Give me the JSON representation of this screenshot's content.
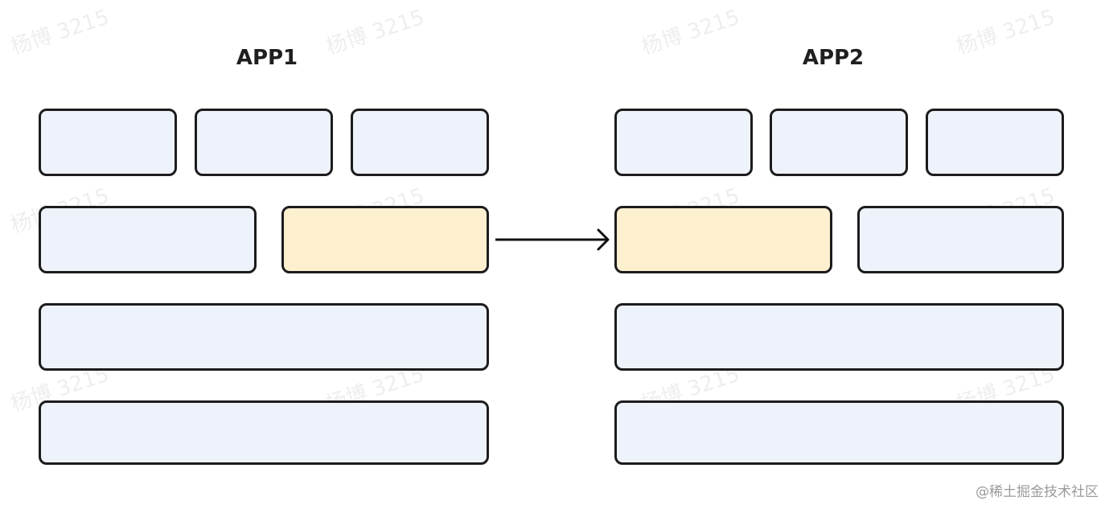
{
  "apps": [
    {
      "title": "APP1",
      "rows": [
        [
          "normal",
          "normal",
          "normal"
        ],
        [
          "normal",
          "highlight"
        ],
        [
          "normal"
        ],
        [
          "normal"
        ]
      ]
    },
    {
      "title": "APP2",
      "rows": [
        [
          "normal",
          "normal",
          "normal"
        ],
        [
          "highlight",
          "normal"
        ],
        [
          "normal"
        ],
        [
          "normal"
        ]
      ]
    }
  ],
  "arrow": {
    "from": "APP1 row 2 right block",
    "to": "APP2 row 2 left block"
  },
  "colors": {
    "block_fill": "#eef2fa",
    "highlight_fill": "#fdf0cf",
    "border": "#1c1c1c",
    "title": "#1f1f1f"
  },
  "watermark": "杨博 3215",
  "footer": "@稀土掘金技术社区"
}
